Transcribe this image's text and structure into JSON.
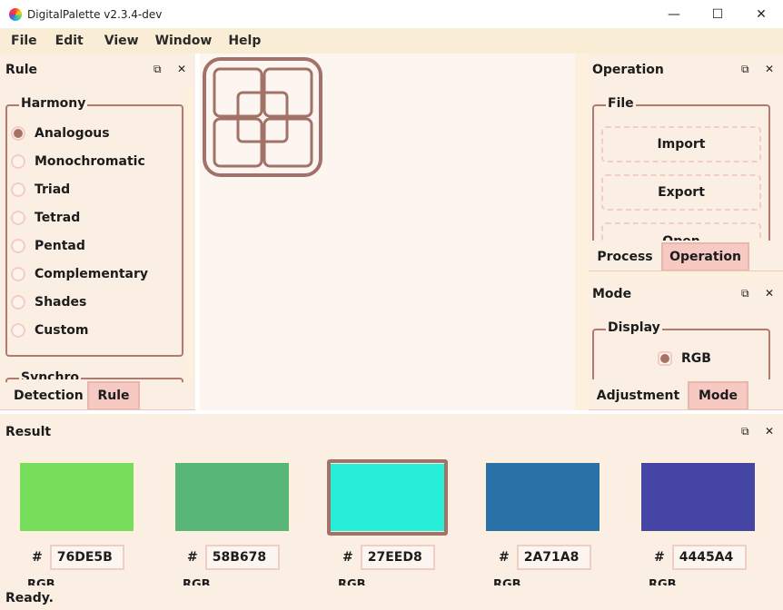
{
  "window": {
    "title": "DigitalPalette v2.3.4-dev",
    "minimize": "—",
    "maximize": "☐",
    "close": "✕"
  },
  "menu": [
    "File",
    "Edit",
    "View",
    "Window",
    "Help"
  ],
  "left_dock": {
    "title": "Rule",
    "float_icon": "⧉",
    "close_icon": "✕",
    "harmony": {
      "title": "Harmony",
      "options": [
        "Analogous",
        "Monochromatic",
        "Triad",
        "Tetrad",
        "Pentad",
        "Complementary",
        "Shades",
        "Custom"
      ],
      "selected": "Analogous"
    },
    "next_group_title": "Synchro",
    "tabs": [
      "Detection",
      "Rule"
    ],
    "active_tab": "Rule"
  },
  "operation_dock": {
    "title": "Operation",
    "float_icon": "⧉",
    "close_icon": "✕",
    "file_group": {
      "title": "File",
      "buttons": [
        "Import",
        "Export",
        "Open"
      ]
    },
    "tabs": [
      "Process",
      "Operation"
    ],
    "active_tab": "Operation"
  },
  "mode_dock": {
    "title": "Mode",
    "float_icon": "⧉",
    "close_icon": "✕",
    "display_group": {
      "title": "Display",
      "option": "RGB",
      "selected": true
    },
    "tabs": [
      "Adjustment",
      "Mode"
    ],
    "active_tab": "Mode"
  },
  "result_dock": {
    "title": "Result",
    "float_icon": "⧉",
    "close_icon": "✕",
    "swatches": [
      {
        "hex": "76DE5B",
        "color": "#76DE5B",
        "label": "RGB",
        "selected": false
      },
      {
        "hex": "58B678",
        "color": "#58B678",
        "label": "RGB",
        "selected": false
      },
      {
        "hex": "27EED8",
        "color": "#27EED8",
        "label": "RGB",
        "selected": true
      },
      {
        "hex": "2A71A8",
        "color": "#2A71A8",
        "label": "RGB",
        "selected": false
      },
      {
        "hex": "4445A4",
        "color": "#4445A4",
        "label": "RGB",
        "selected": false
      }
    ],
    "hash": "#"
  },
  "status": "Ready.",
  "colors": {
    "accent": "#a67266",
    "tab_active": "#f6c9c3",
    "panel": "#fbefe4",
    "menubar": "#faedd6"
  }
}
